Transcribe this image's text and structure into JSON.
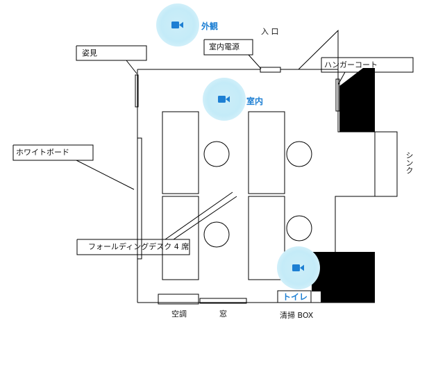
{
  "labels": {
    "entrance": "入 口",
    "mirror": "姿見",
    "power": "室内電源",
    "hanger": "ハンガーコート",
    "whiteboard": "ホワイトボード",
    "desks": "フォールディングデスク 4 席",
    "sink": "シンク",
    "aircon": "空調",
    "window": "窓",
    "cleaning": "清掃 BOX",
    "toilet": "トイレ"
  },
  "cameras": [
    {
      "id": "exterior",
      "label": "外観"
    },
    {
      "id": "interior",
      "label": "室内"
    },
    {
      "id": "toilet",
      "label": ""
    }
  ],
  "icon": "video-camera-icon",
  "colors": {
    "camera_circle": "#c4ebf8",
    "camera_icon": "#1d7fd3",
    "fixture_fill": "#000000",
    "line": "#000000"
  }
}
